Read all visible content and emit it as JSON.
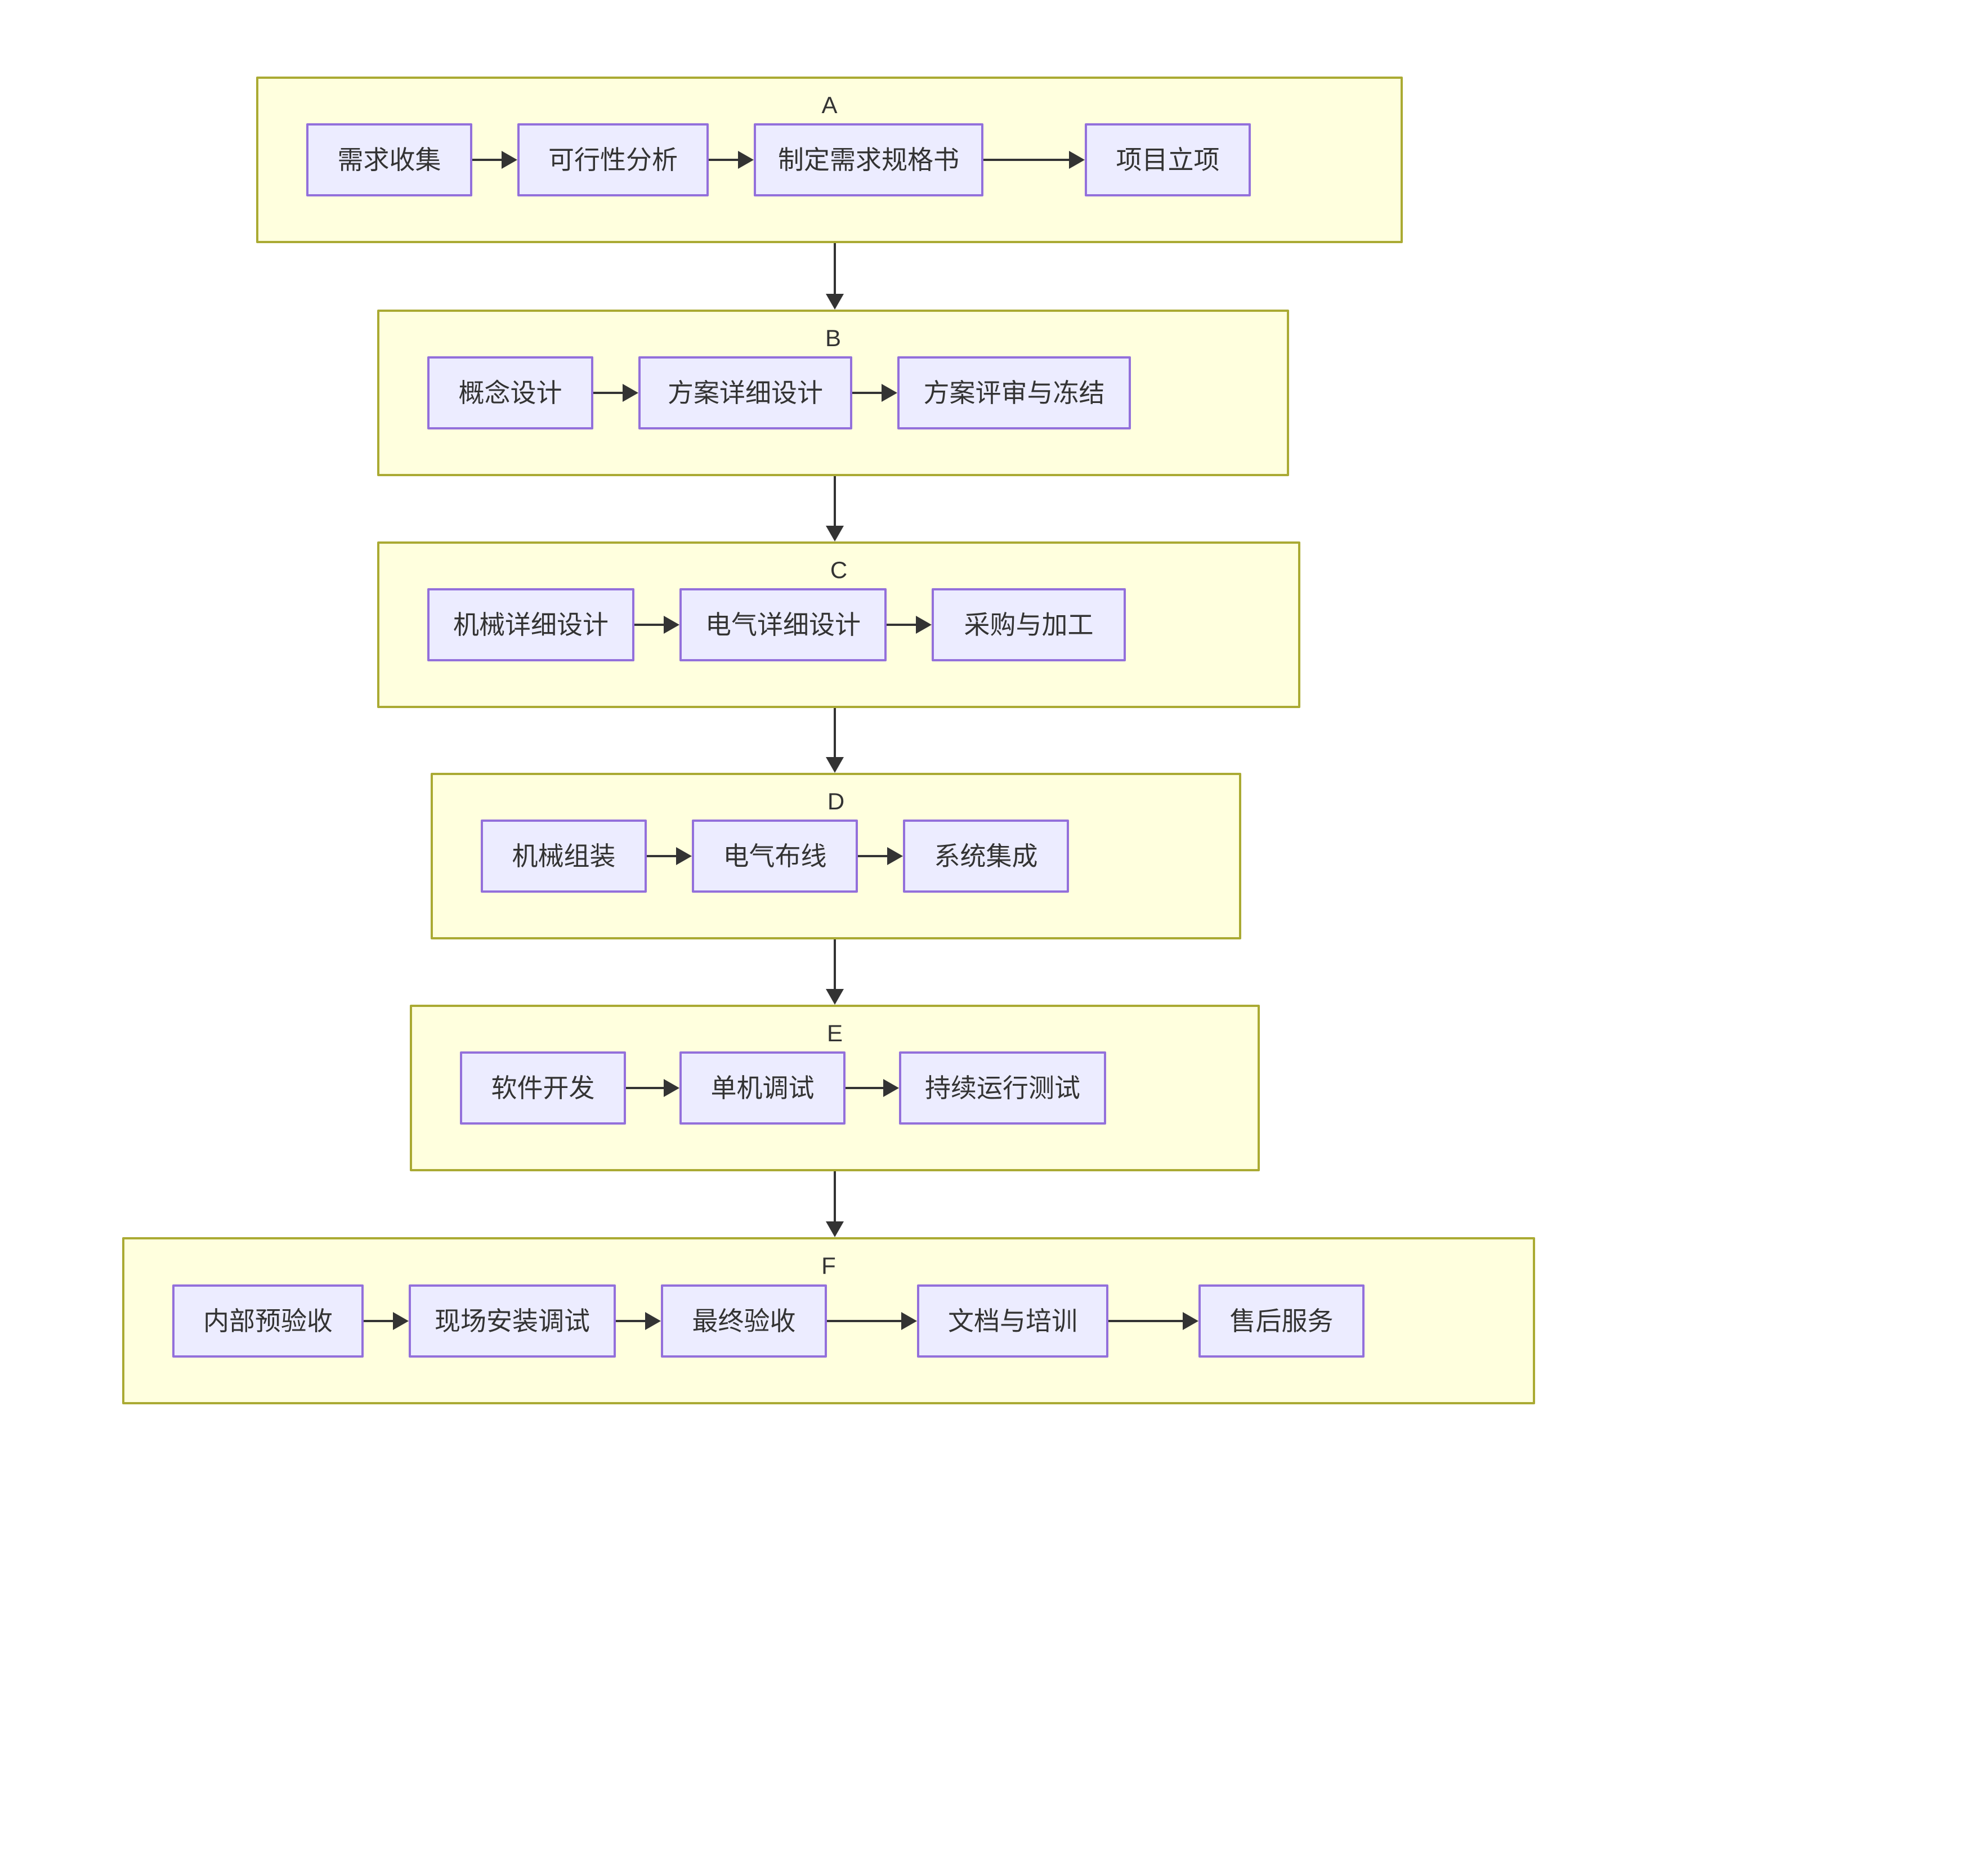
{
  "diagram": {
    "type": "flowchart",
    "direction": "top-to-bottom",
    "title": "",
    "colors": {
      "cluster_fill": "#ffffde",
      "cluster_border": "#aaaa33",
      "node_fill": "#ececff",
      "node_border": "#9370db",
      "edge": "#333333",
      "text": "#333333",
      "background": "#ffffff"
    },
    "clusters": [
      {
        "id": "A",
        "label": "A",
        "nodes": [
          {
            "id": "A1",
            "label": "需求收集"
          },
          {
            "id": "A2",
            "label": "可行性分析"
          },
          {
            "id": "A3",
            "label": "制定需求规格书"
          },
          {
            "id": "A4",
            "label": "项目立项"
          }
        ]
      },
      {
        "id": "B",
        "label": "B",
        "nodes": [
          {
            "id": "B1",
            "label": "概念设计"
          },
          {
            "id": "B2",
            "label": "方案详细设计"
          },
          {
            "id": "B3",
            "label": "方案评审与冻结"
          }
        ]
      },
      {
        "id": "C",
        "label": "C",
        "nodes": [
          {
            "id": "C1",
            "label": "机械详细设计"
          },
          {
            "id": "C2",
            "label": "电气详细设计"
          },
          {
            "id": "C3",
            "label": "采购与加工"
          }
        ]
      },
      {
        "id": "D",
        "label": "D",
        "nodes": [
          {
            "id": "D1",
            "label": "机械组装"
          },
          {
            "id": "D2",
            "label": "电气布线"
          },
          {
            "id": "D3",
            "label": "系统集成"
          }
        ]
      },
      {
        "id": "E",
        "label": "E",
        "nodes": [
          {
            "id": "E1",
            "label": "软件开发"
          },
          {
            "id": "E2",
            "label": "单机调试"
          },
          {
            "id": "E3",
            "label": "持续运行测试"
          }
        ]
      },
      {
        "id": "F",
        "label": "F",
        "nodes": [
          {
            "id": "F1",
            "label": "内部预验收"
          },
          {
            "id": "F2",
            "label": "现场安装调试"
          },
          {
            "id": "F3",
            "label": "最终验收"
          },
          {
            "id": "F4",
            "label": "文档与培训"
          },
          {
            "id": "F5",
            "label": "售后服务"
          }
        ]
      }
    ],
    "cluster_links": [
      {
        "from": "A",
        "to": "B"
      },
      {
        "from": "B",
        "to": "C"
      },
      {
        "from": "C",
        "to": "D"
      },
      {
        "from": "D",
        "to": "E"
      },
      {
        "from": "E",
        "to": "F"
      }
    ]
  }
}
